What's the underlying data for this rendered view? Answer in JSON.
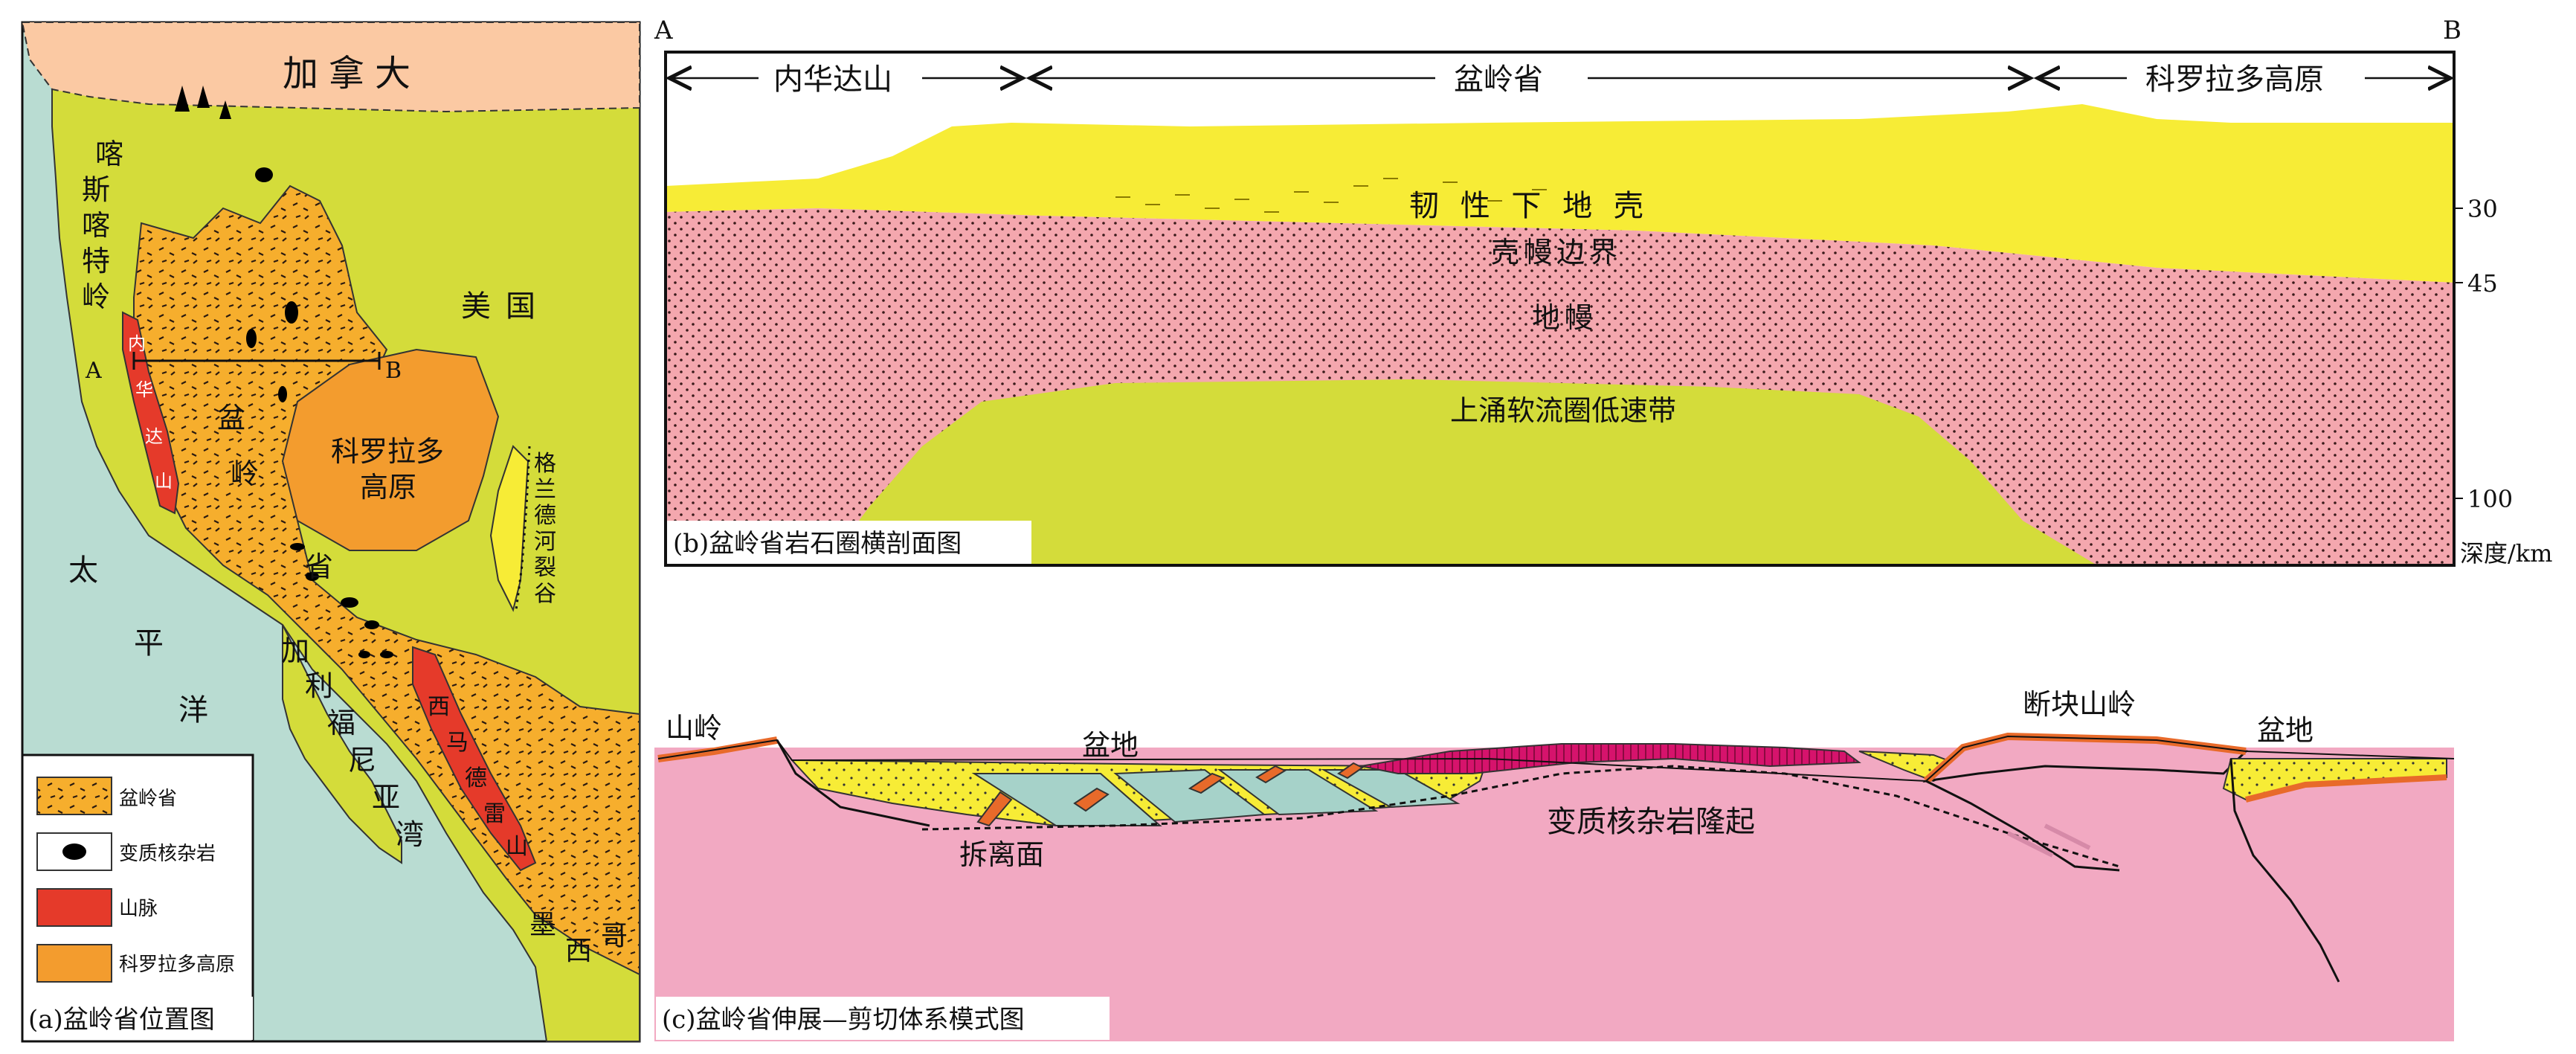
{
  "map": {
    "canada": "加拿大",
    "usa": "美国",
    "cascade": [
      "喀",
      "斯",
      "喀",
      "特",
      "岭"
    ],
    "pacific": [
      "太",
      "平",
      "洋"
    ],
    "gulf": [
      "加",
      "利",
      "福",
      "尼",
      "亚",
      "湾"
    ],
    "mexico": [
      "墨",
      "西",
      "哥"
    ],
    "sierra": [
      "内",
      "华",
      "达",
      "山"
    ],
    "sierra_madre": [
      "西",
      "马",
      "德",
      "雷",
      "山"
    ],
    "basin": [
      "盆",
      "岭",
      "省"
    ],
    "colorado": [
      "科罗拉多",
      "高原"
    ],
    "rio_grande": [
      "格",
      "兰",
      "德",
      "河",
      "裂",
      "谷"
    ],
    "point_a": "A",
    "point_b": "B",
    "legend": [
      "盆岭省",
      "变质核杂岩",
      "山脉",
      "科罗拉多高原"
    ],
    "caption": "(a)盆岭省位置图"
  },
  "section": {
    "a": "A",
    "b": "B",
    "nevada": "内华达山",
    "basin_range": "盆岭省",
    "colorado": "科罗拉多高原",
    "lower_crust": "韧 性 下 地 壳",
    "moho": "壳幔边界",
    "mantle": "地幔",
    "asthenosphere": "上涌软流圈低速带",
    "depth": [
      "30",
      "45",
      "100"
    ],
    "depth_unit": "深度/km",
    "caption": "(b)盆岭省岩石圈横剖面图"
  },
  "model": {
    "mountain": "山岭",
    "basin1": "盆地",
    "detachment": "拆离面",
    "core_complex": "变质核杂岩隆起",
    "fault_block": "断块山岭",
    "basin2": "盆地",
    "caption": "(c)盆岭省伸展—剪切体系模式图"
  },
  "colors": {
    "basin_range": "#f6ae2d",
    "mountain": "#e53a2a",
    "colorado": "#f39c2e",
    "canada": "#fbc9a3",
    "land": "#d4dc3a",
    "ocean": "#b9dcd2",
    "crust": "#f7ec36",
    "mantle": "#f4a7ae",
    "pink_base": "#f2a9c2"
  }
}
